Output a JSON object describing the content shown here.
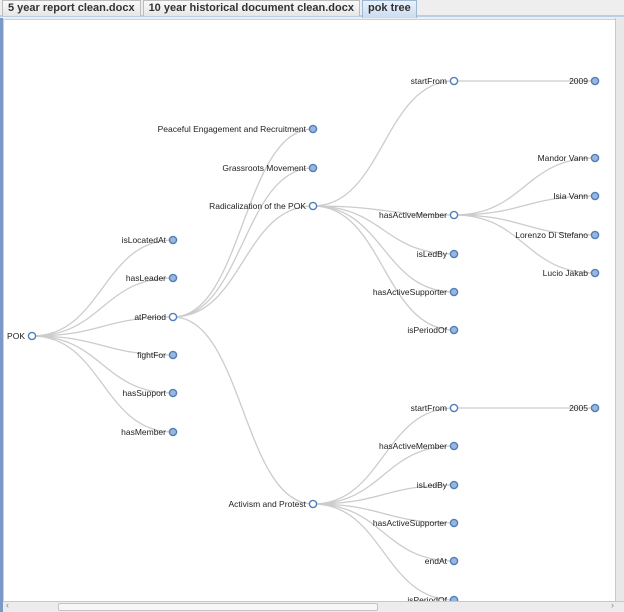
{
  "tabs": [
    {
      "label": "5 year report clean.docx",
      "active": false
    },
    {
      "label": "10 year historical document clean.docx",
      "active": false
    },
    {
      "label": "pok tree",
      "active": true
    }
  ],
  "scrollbar": {
    "left_arrow": "‹",
    "right_arrow": "›"
  },
  "colors": {
    "link": "#cccccc",
    "expanded_fill": "#ffffff",
    "collapsed_fill": "#9ab6dc",
    "node_stroke": "#4f7fb8"
  },
  "tree": {
    "name": "POK",
    "expanded": true,
    "children": [
      {
        "name": "isLocatedAt"
      },
      {
        "name": "hasLeader"
      },
      {
        "name": "atPeriod",
        "expanded": true,
        "children": [
          {
            "name": "Peaceful Engagement and Recruitment"
          },
          {
            "name": "Grassroots Movement"
          },
          {
            "name": "Radicalization of the POK",
            "expanded": true,
            "children": [
              {
                "name": "startFrom",
                "expanded": true,
                "children": [
                  {
                    "name": "2009"
                  }
                ]
              },
              {
                "name": "hasActiveMember",
                "expanded": true,
                "children": [
                  {
                    "name": "Mandor Vann"
                  },
                  {
                    "name": "Isia Vann"
                  },
                  {
                    "name": "Lorenzo Di Stefano"
                  },
                  {
                    "name": "Lucio Jakab"
                  }
                ]
              },
              {
                "name": "isLedBy"
              },
              {
                "name": "hasActiveSupporter"
              },
              {
                "name": "isPeriodOf"
              }
            ]
          },
          {
            "name": "Activism and Protest",
            "expanded": true,
            "children": [
              {
                "name": "startFrom",
                "expanded": true,
                "children": [
                  {
                    "name": "2005"
                  }
                ]
              },
              {
                "name": "hasActiveMember"
              },
              {
                "name": "isLedBy"
              },
              {
                "name": "hasActiveSupporter"
              },
              {
                "name": "endAt"
              },
              {
                "name": "isPeriodOf"
              }
            ]
          }
        ]
      },
      {
        "name": "fightFor"
      },
      {
        "name": "hasSupport"
      },
      {
        "name": "hasMember"
      }
    ]
  }
}
